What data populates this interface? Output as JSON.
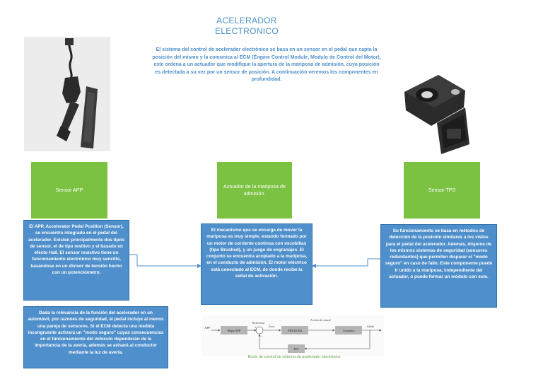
{
  "title": {
    "line1": "ACELERADOR",
    "line2": "ELECTRONICO"
  },
  "intro": "El sistema del control de acelerador electrónico se basa en un sensor en el pedal que capta la posición del mismo y la comunica al ECM (Engine Control Module, Modulo de Control del Motor), este ordena a un actuador que modifique la apertura de la mariposa de admisión, cuya posición es detectada a su vez por un sensor de posición. A continuación veremos los componentes en profundidad.",
  "labels": {
    "app": "Sensor APP",
    "actuador": "Actuador de la mariposa de admisión.",
    "tps": "Sensor TPS"
  },
  "descriptions": {
    "app": "El APP, Accelerator Pedal Position (Sensor), se encuentra integrado en el pedal del acelerador. Existen principalmente dos tipos de sensor, el de tipo resitivo y el basado en efecto Hall. El sensor resistivo tiene un funcionamiento electrónico muy sencillo, basándose en un divisor de tensión hecho con un potenciómetro.",
    "app_seguridad": "Dada la relevancia de la función del acelerador en un automóvil, por razones de seguridad, el pedal incluye al menos una pareja de sensores. Si el ECM detecta una medida incongruente activará un \"modo seguro\" cuyas consecuencias en el funcionamiento del vehículo dependerán de la importancia de la avería, además se avisará al conductor mediante la luz de avería.",
    "actuador": "El mecanismo que se encarga de mover la mariposa es muy simple, estando formado por un motor de corriente continua con escobillas (tipo Brushed), y un juego de engranajes. El conjunto se encuentra acoplado a la mariposa, en el conducto de admisión. El motor eléctrico está conectado al ECM, de donde recibe la señal de activación.",
    "tps": "Su funcionamiento se basa en métodos de detección de la posición similares a los vistos para el pedal del acelerador. Además, dispone de los mismos sistemas de seguridad (sensores redundantes) que permiten disparar el \"modo seguro\" en caso de fallo. Este componente puede ir unido a la mariposa, independiente del actuador, o puede formar un módulo con este."
  },
  "block_diagram": {
    "input": "APP",
    "mapa": "Mapa APP",
    "referencia": "Referencia",
    "error": "Error",
    "plus": "+",
    "minus": "-",
    "controller": "PID/DCMI",
    "accion": "Acción de control",
    "actuador": "Actuador",
    "salida": "Salida",
    "sensor": "TPS",
    "caption": "Bucle de control de sistema de acelerador electrónico"
  },
  "colors": {
    "title": "#4a90c8",
    "green": "#7bc142",
    "blue": "#4f8fcb",
    "connector": "#4f8fcb"
  }
}
